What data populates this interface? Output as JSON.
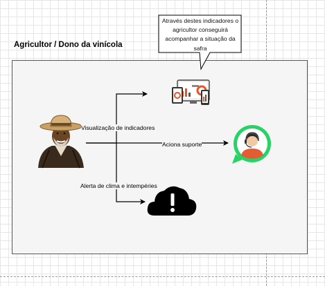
{
  "diagram": {
    "title": "Agricultor / Dono da vinícola",
    "callout": {
      "text": "Através destes indicadores o agricultor conseguirá acompanhar a situação da safra"
    },
    "edges": {
      "indicators_label": "Visualização de indicadores",
      "support_label": "Aciona suporte",
      "weather_label": "Alerta de clima e intempéries"
    },
    "icons": {
      "farmer": "farmer-avatar-icon",
      "dashboard": "dashboard-devices-icon",
      "support": "whatsapp-support-agent-icon",
      "alert": "cloud-alert-icon"
    },
    "colors": {
      "whatsapp_green": "#25d366",
      "dashboard_accent": "#e8542a",
      "alert_cloud": "#000000",
      "container_fill": "#f5f5f5"
    }
  }
}
